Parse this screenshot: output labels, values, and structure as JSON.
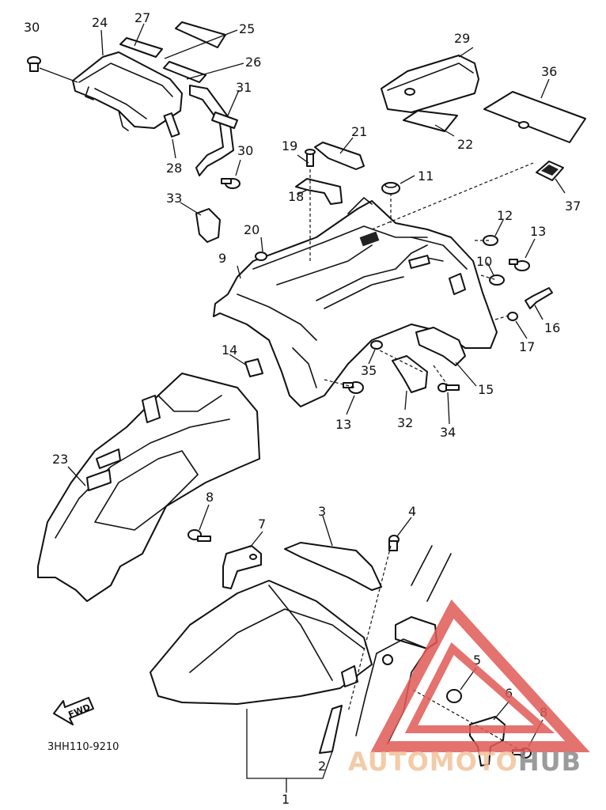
{
  "diagram": {
    "code": "3HH110-9210",
    "fwd_label": "FWD",
    "callouts": [
      "1",
      "2",
      "3",
      "4",
      "5",
      "6",
      "7",
      "8",
      "8",
      "9",
      "10",
      "11",
      "12",
      "13",
      "13",
      "14",
      "15",
      "16",
      "17",
      "18",
      "19",
      "20",
      "21",
      "22",
      "23",
      "24",
      "25",
      "26",
      "27",
      "28",
      "29",
      "30",
      "30",
      "31",
      "32",
      "33",
      "34",
      "35",
      "36",
      "37"
    ]
  },
  "watermark": {
    "auto": "AUTO",
    "moto": "MOTO",
    "hub": "HUB",
    "color_auto": "#f2c39a",
    "color_moto": "#f2c39a",
    "color_hub": "#8a8a8a",
    "triangle_color": "#e05a55"
  }
}
